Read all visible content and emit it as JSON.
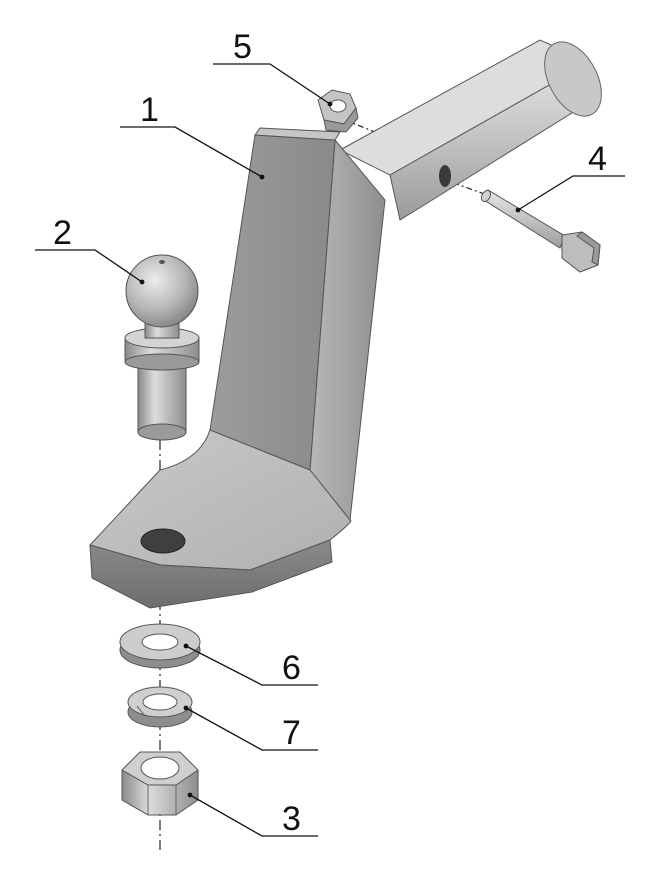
{
  "callouts": {
    "ball_mount": "1",
    "tow_ball": "2",
    "ball_nut": "3",
    "bolt": "4",
    "bolt_nut": "5",
    "flat_washer": "6",
    "lock_washer": "7"
  },
  "colors": {
    "background": "#ffffff",
    "metal_light": "#d6d6d6",
    "metal_mid": "#a9a9a9",
    "metal_dark": "#7a7a7a",
    "line": "#111111"
  }
}
